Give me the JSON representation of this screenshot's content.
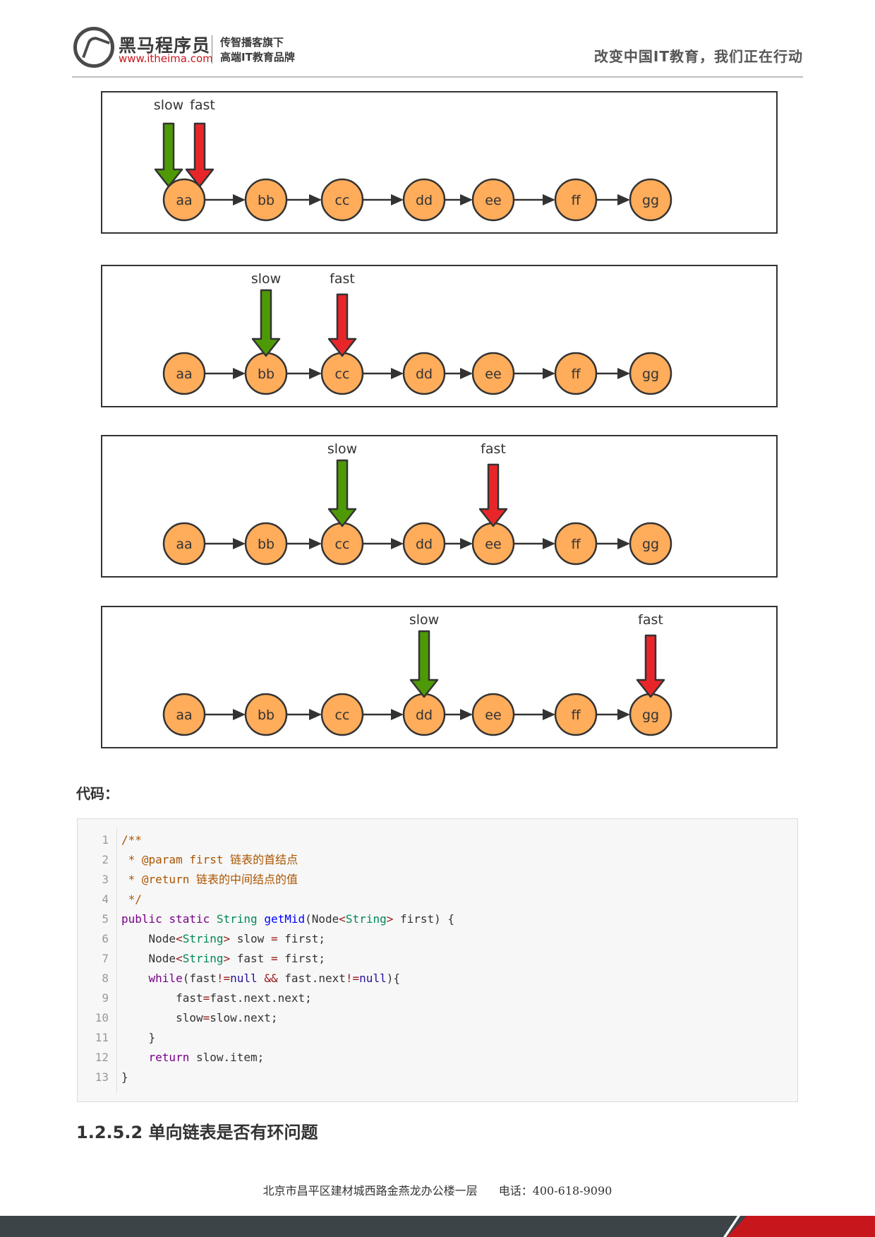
{
  "header": {
    "brand_name": "黑马程序员",
    "brand_url": "www.itheima.com",
    "brand_sub1": "传智播客旗下",
    "brand_sub2": "高端IT教育品牌",
    "slogan": "改变中国IT教育，我们正在行动"
  },
  "diagram": {
    "nodes": [
      "aa",
      "bb",
      "cc",
      "dd",
      "ee",
      "ff",
      "gg"
    ],
    "node_color": "#ffac5b",
    "slow_color": "#4e9a06",
    "fast_color": "#e8262a",
    "slow_label": "slow",
    "fast_label": "fast",
    "steps": [
      {
        "slow": 0,
        "fast": 0
      },
      {
        "slow": 1,
        "fast": 2
      },
      {
        "slow": 2,
        "fast": 4
      },
      {
        "slow": 3,
        "fast": 6
      }
    ]
  },
  "code_label": "代码：",
  "code_lines": [
    {
      "n": "1",
      "parts": [
        {
          "t": "/**",
          "c": "comment"
        }
      ]
    },
    {
      "n": "2",
      "parts": [
        {
          "t": " * @param first 链表的首结点",
          "c": "comment"
        }
      ]
    },
    {
      "n": "3",
      "parts": [
        {
          "t": " * @return 链表的中间结点的值",
          "c": "comment"
        }
      ]
    },
    {
      "n": "4",
      "parts": [
        {
          "t": " */",
          "c": "comment"
        }
      ]
    },
    {
      "n": "5",
      "parts": [
        {
          "t": "public",
          "c": "kw"
        },
        {
          "t": " "
        },
        {
          "t": "static",
          "c": "kw"
        },
        {
          "t": " "
        },
        {
          "t": "String",
          "c": "type"
        },
        {
          "t": " "
        },
        {
          "t": "getMid",
          "c": "def"
        },
        {
          "t": "(Node"
        },
        {
          "t": "<",
          "c": "op"
        },
        {
          "t": "String",
          "c": "type"
        },
        {
          "t": ">",
          "c": "op"
        },
        {
          "t": " first) {"
        }
      ]
    },
    {
      "n": "6",
      "parts": [
        {
          "t": "    Node"
        },
        {
          "t": "<",
          "c": "op"
        },
        {
          "t": "String",
          "c": "type"
        },
        {
          "t": ">",
          "c": "op"
        },
        {
          "t": " slow "
        },
        {
          "t": "=",
          "c": "op"
        },
        {
          "t": " first;"
        }
      ]
    },
    {
      "n": "7",
      "parts": [
        {
          "t": "    Node"
        },
        {
          "t": "<",
          "c": "op"
        },
        {
          "t": "String",
          "c": "type"
        },
        {
          "t": ">",
          "c": "op"
        },
        {
          "t": " fast "
        },
        {
          "t": "=",
          "c": "op"
        },
        {
          "t": " first;"
        }
      ]
    },
    {
      "n": "8",
      "parts": [
        {
          "t": "    "
        },
        {
          "t": "while",
          "c": "kw"
        },
        {
          "t": "(fast"
        },
        {
          "t": "!=",
          "c": "op"
        },
        {
          "t": "null",
          "c": "atom"
        },
        {
          "t": " "
        },
        {
          "t": "&&",
          "c": "op"
        },
        {
          "t": " fast.next"
        },
        {
          "t": "!=",
          "c": "op"
        },
        {
          "t": "null",
          "c": "atom"
        },
        {
          "t": "){"
        }
      ]
    },
    {
      "n": "9",
      "parts": [
        {
          "t": "        fast"
        },
        {
          "t": "=",
          "c": "op"
        },
        {
          "t": "fast.next.next;"
        }
      ]
    },
    {
      "n": "10",
      "parts": [
        {
          "t": "        slow"
        },
        {
          "t": "=",
          "c": "op"
        },
        {
          "t": "slow.next;"
        }
      ]
    },
    {
      "n": "11",
      "parts": [
        {
          "t": "    }"
        }
      ]
    },
    {
      "n": "12",
      "parts": [
        {
          "t": "    "
        },
        {
          "t": "return",
          "c": "kw"
        },
        {
          "t": " slow.item;"
        }
      ]
    },
    {
      "n": "13",
      "parts": [
        {
          "t": "}"
        }
      ]
    }
  ],
  "section_heading": "1.2.5.2 单向链表是否有环问题",
  "footer": {
    "address": "北京市昌平区建材城西路金燕龙办公楼一层",
    "phone": "电话：400-618-9090"
  }
}
